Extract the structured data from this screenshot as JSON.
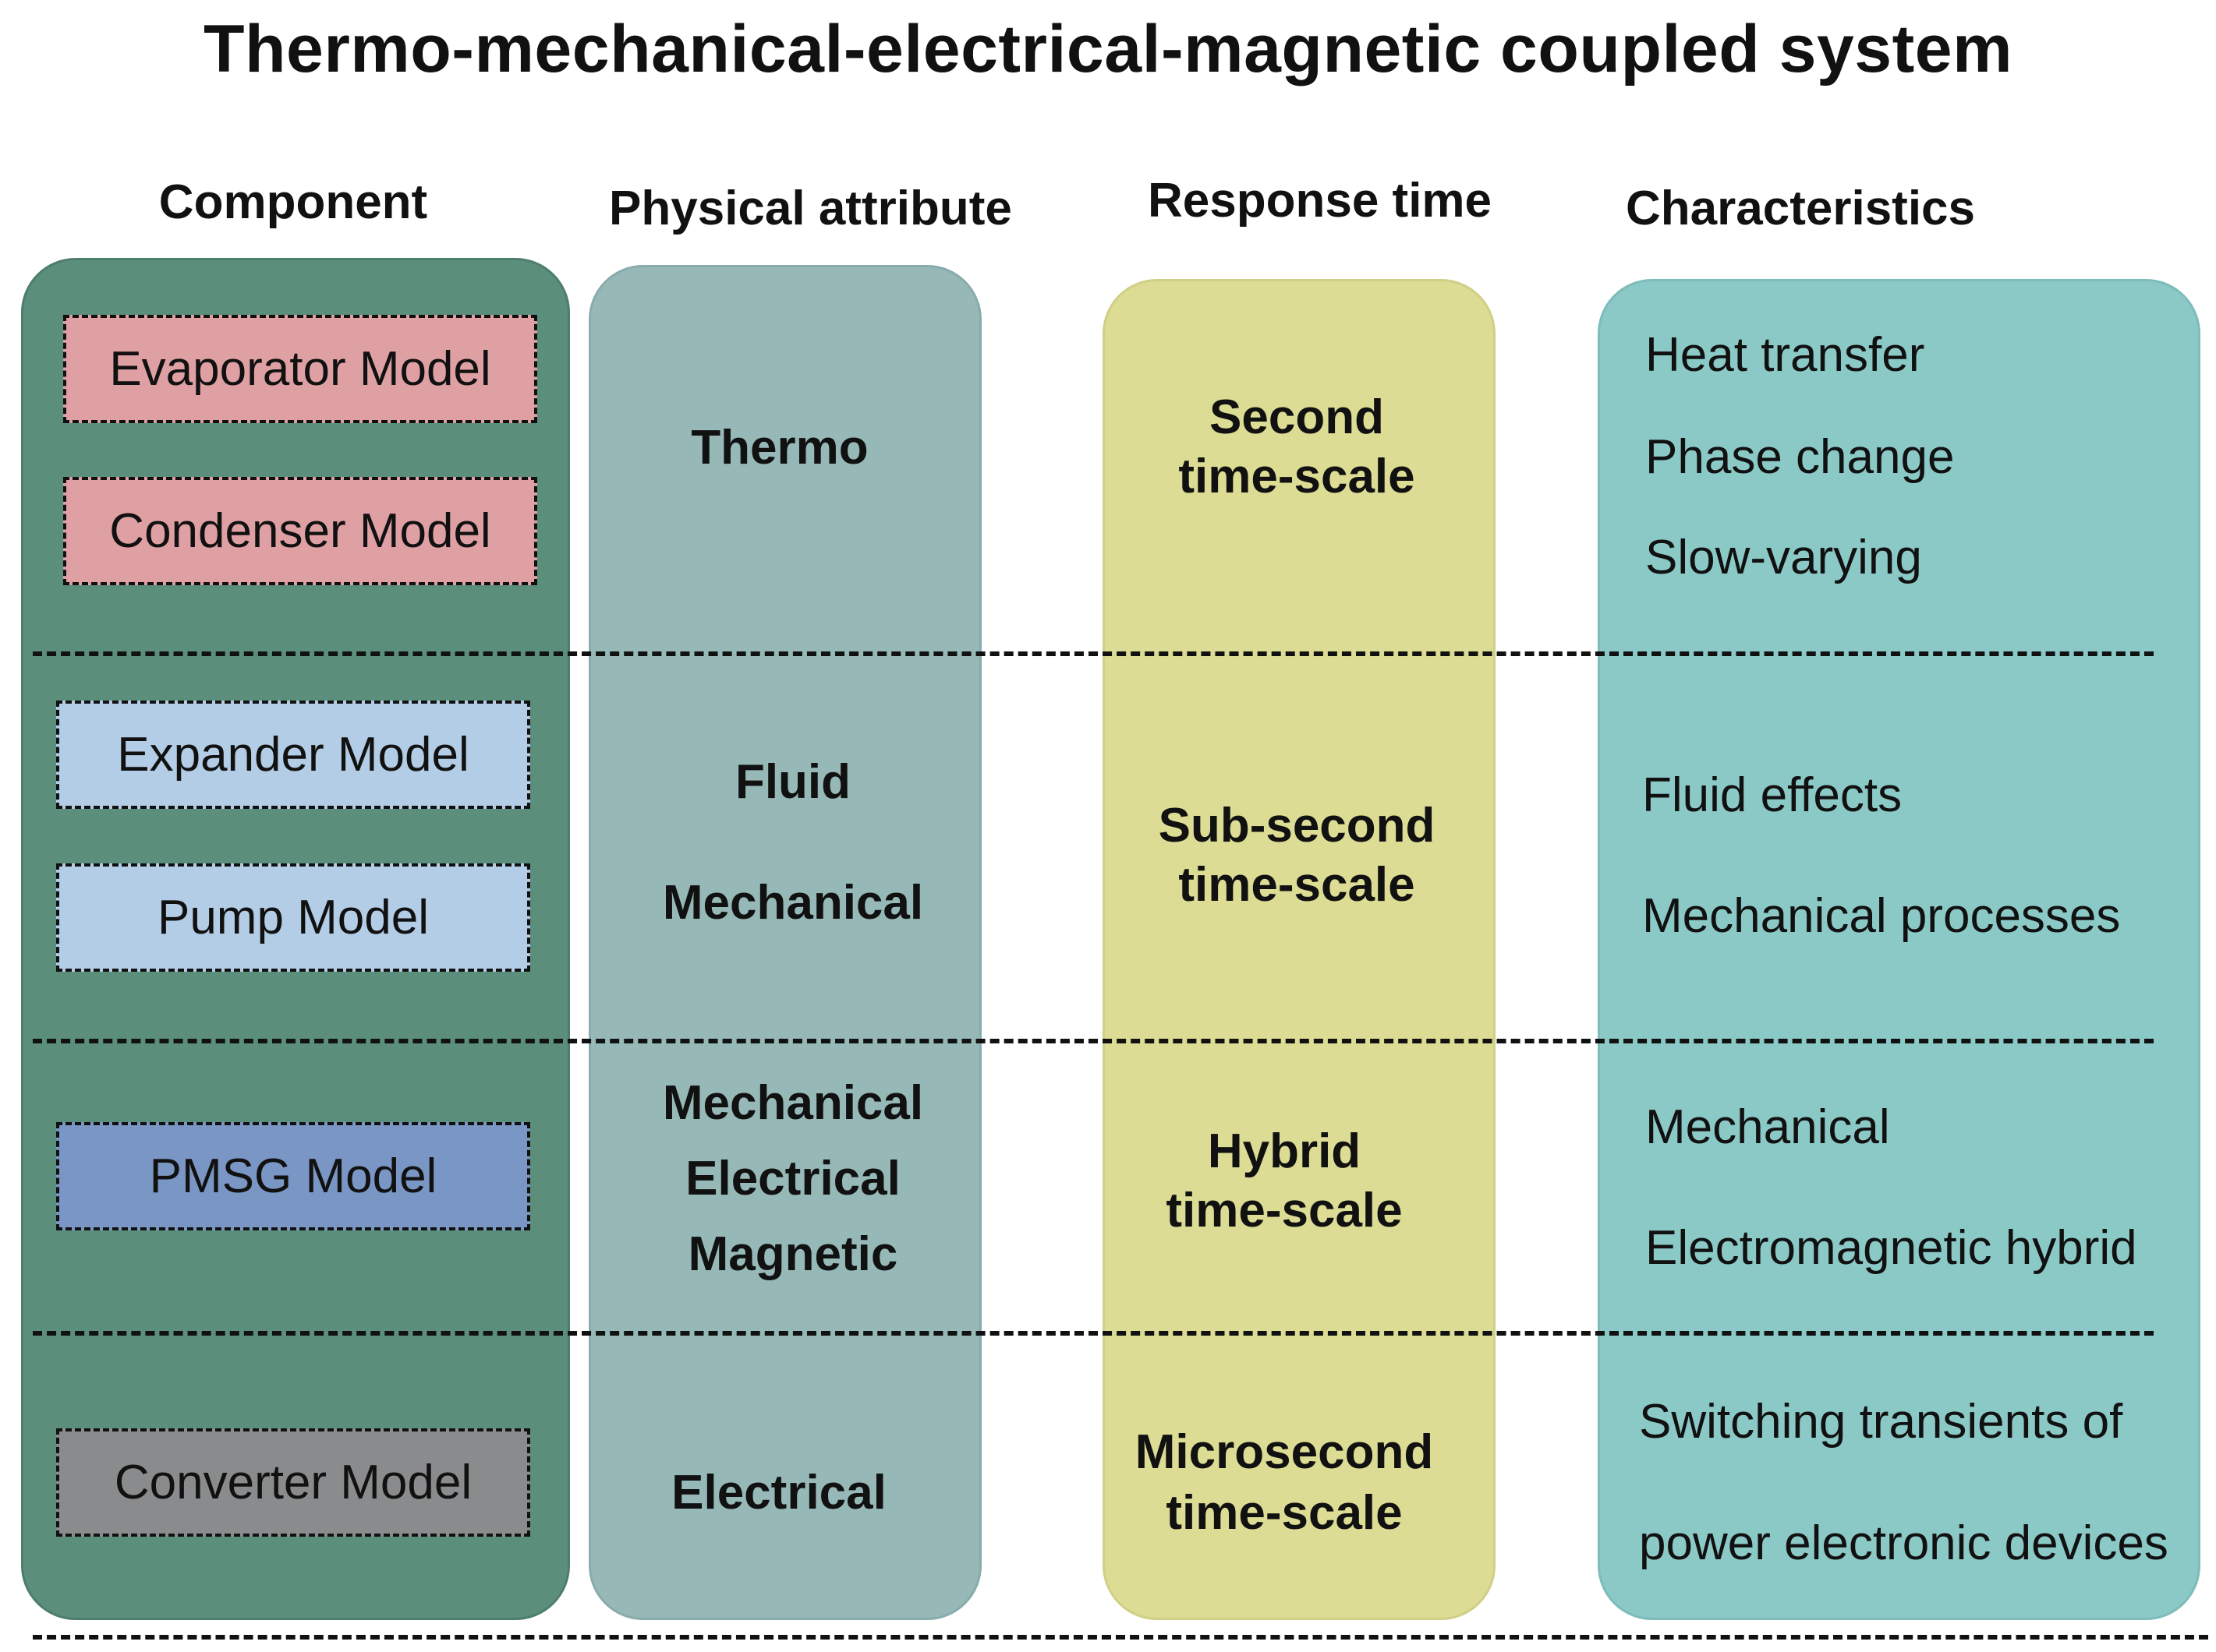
{
  "title": "Thermo-mechanical-electrical-magnetic coupled system",
  "headers": {
    "component": "Component",
    "physical": "Physical attribute",
    "response": "Response time",
    "characteristics": "Characteristics"
  },
  "components": {
    "evaporator": "Evaporator Model",
    "condenser": "Condenser Model",
    "expander": "Expander Model",
    "pump": "Pump Model",
    "pmsg": "PMSG Model",
    "converter": "Converter Model"
  },
  "physical": {
    "thermo": "Thermo",
    "fluid": "Fluid",
    "mechanical_1": "Mechanical",
    "mechanical_2": "Mechanical",
    "electrical_1": "Electrical",
    "magnetic": "Magnetic",
    "electrical_2": "Electrical"
  },
  "response": {
    "r1_line1": "Second",
    "r1_line2": "time-scale",
    "r2_line1": "Sub-second",
    "r2_line2": "time-scale",
    "r3_line1": "Hybrid",
    "r3_line2": "time-scale",
    "r4_line1": "Microsecond",
    "r4_line2": "time-scale"
  },
  "characteristics": {
    "heat_transfer": "Heat transfer",
    "phase_change": "Phase change",
    "slow_varying": "Slow-varying",
    "fluid_effects": "Fluid effects",
    "mechanical_processes": "Mechanical processes",
    "mechanical": "Mechanical",
    "electromagnetic_hybrid": "Electromagnetic hybrid",
    "switching_1": "Switching transients of",
    "switching_2": "power electronic devices"
  },
  "colors": {
    "component_panel": "#5b8f7b",
    "physical_panel": "#96b9b8",
    "response_panel": "#dcdc94",
    "characteristics_panel": "#8bc9c7",
    "thermal_models": "#dfa0a4",
    "mechanical_models": "#b3cde6",
    "pmsg_model": "#7a96c4",
    "converter_model": "#8a8b8c"
  }
}
